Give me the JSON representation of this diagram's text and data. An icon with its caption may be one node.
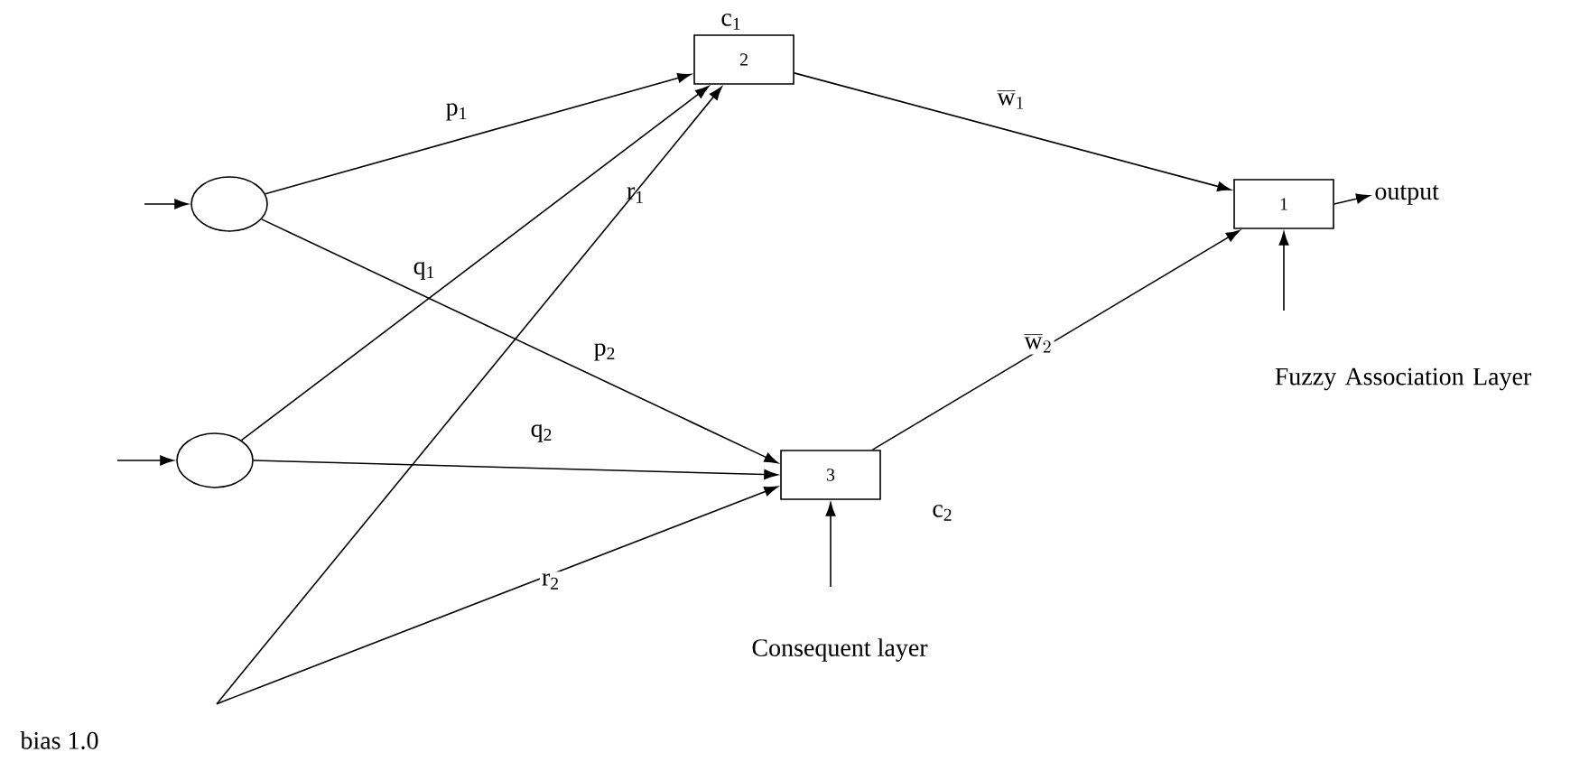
{
  "diagram": {
    "nodes": [
      {
        "text": [],
        "shape": "circle"
      },
      {
        "text": [],
        "shape": "circle"
      },
      {
        "text": [
          "2"
        ],
        "beside": [
          "c$_{1}$"
        ]
      },
      {
        "text": [
          "3"
        ],
        "beside": [
          "c$_{2}$"
        ]
      },
      {
        "text": [
          "1"
        ]
      },
      {
        "text": [
          "output"
        ]
      },
      {
        "text": [
          "bias 1.0"
        ]
      }
    ],
    "edges": [
      {
        "from": 0,
        "to": 2,
        "arrow": "to",
        "label": "p$_{1}$"
      },
      {
        "from": 0,
        "to": 3,
        "arrow": "to"
      },
      {
        "from": 1,
        "to": 2,
        "arrow": "to"
      },
      {
        "from": 1,
        "to": 3,
        "arrow": "to",
        "label": "q$_{2}$"
      },
      {
        "from": 6,
        "to": 2,
        "arrow": "to"
      },
      {
        "from": 6,
        "to": 3,
        "arrow": "to",
        "label": "r$_{2}$"
      },
      {
        "from": 2,
        "to": 4,
        "arrow": "to",
        "label": "\\overline{\\mathrm{w}}_1"
      },
      {
        "from": 3,
        "to": 4,
        "arrow": "to",
        "label": "\\overline{\\mathrm{w}}_2"
      },
      {
        "from": 4,
        "to": 5,
        "arrow": "to"
      },
      {
        "from": null,
        "to": 0,
        "arrow": "to"
      },
      {
        "from": null,
        "to": 1,
        "arrow": "to"
      },
      {
        "from": null,
        "to": 3,
        "arrow": "to"
      },
      {
        "from": null,
        "to": 4,
        "arrow": "to"
      }
    ],
    "labels": [
      "q$_{1}$",
      "r$_{1}$",
      "p$_{2}$",
      "Fuzzy Association Layer",
      "Consequent layer"
    ]
  }
}
